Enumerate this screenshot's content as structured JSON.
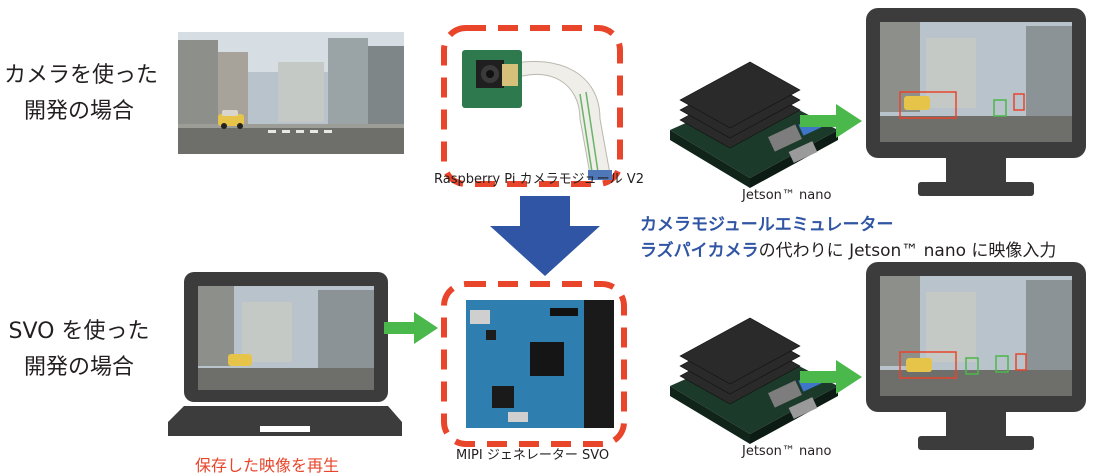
{
  "top_row": {
    "label_line1": "カメラを使った",
    "label_line2": "開発の場合",
    "camera_caption": "Raspberry Pi カメラモジュール V2",
    "jetson_caption": "Jetson™ nano"
  },
  "middle": {
    "emulator_title": "カメラモジュールエミュレーター",
    "desc_highlight": "ラズパイカメラ",
    "desc_rest": "の代わりに Jetson™ nano に映像入力"
  },
  "bottom_row": {
    "label_line1": "SVO を使った",
    "label_line2": "開発の場合",
    "laptop_caption": "保存した映像を再生",
    "board_caption": "MIPI ジェネレーター SVO",
    "jetson_caption": "Jetson™ nano"
  },
  "colors": {
    "dashed_box": "#e8452b",
    "green_arrow": "#4ab84a",
    "blue_arrow": "#2f55a4",
    "monitor": "#3c3c3c"
  }
}
